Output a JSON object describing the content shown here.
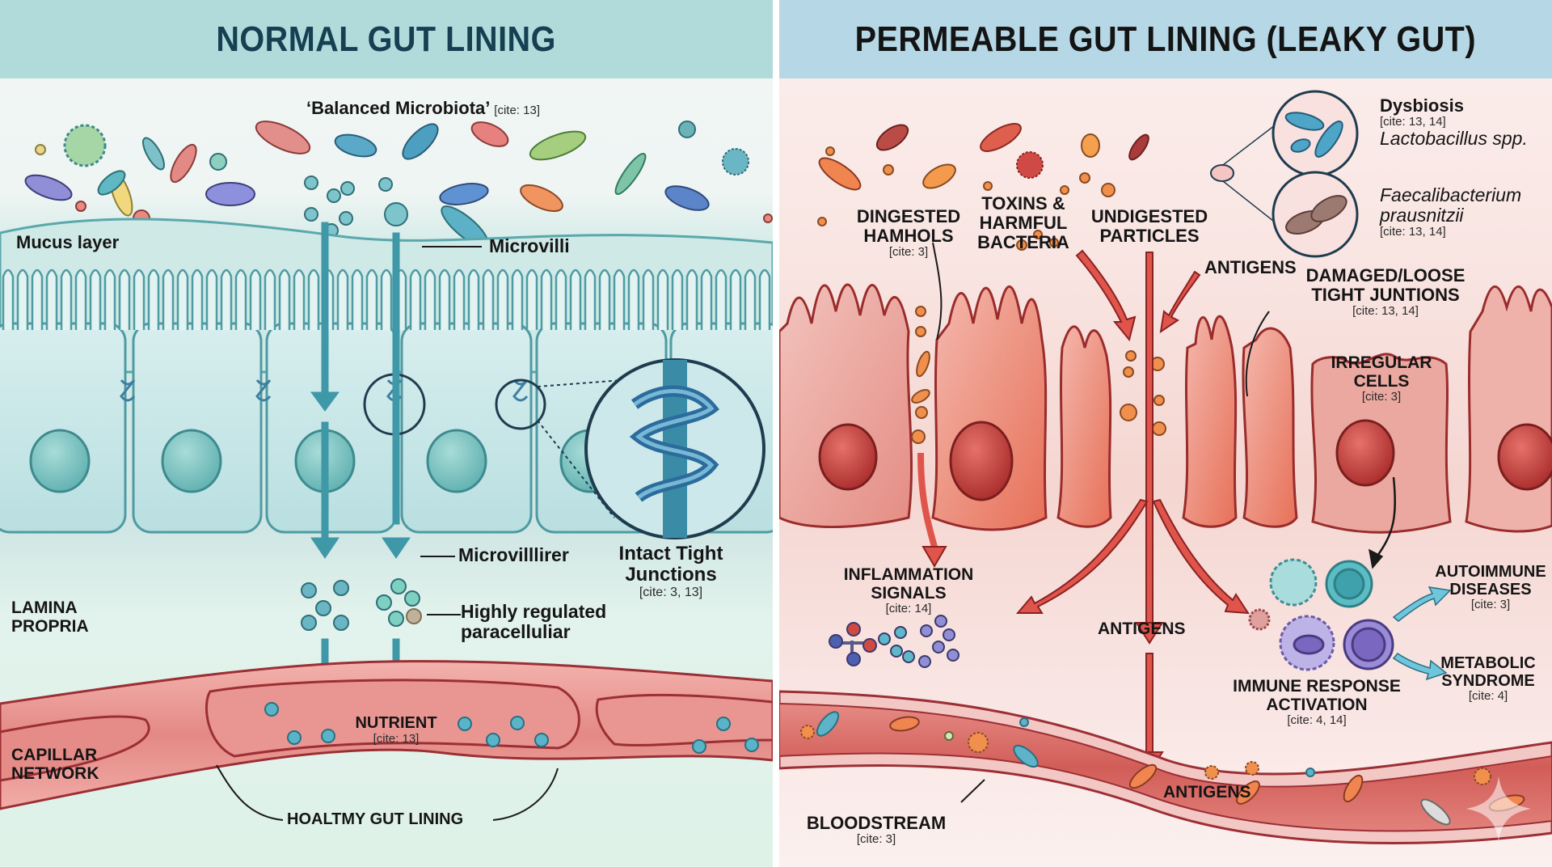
{
  "left_panel": {
    "title": "NORMAL GUT LINING",
    "theme_color": "#b1dbdb",
    "title_color": "#163f52",
    "labels": {
      "balanced_microbiota": "‘Balanced Microbiota’",
      "balanced_microbiota_cite": "[cite: 13]",
      "mucus_layer": "Mucus layer",
      "microvilli": "Microvilli",
      "microvillirer": "Microvilllirer",
      "intact_tight_line1": "Intact Tight",
      "intact_tight_line2": "Junctions",
      "intact_tight_cite": "[cite: 3, 13]",
      "highly_regulated_line1": "Highly regulated",
      "highly_regulated_line2": "paracelluliar",
      "lamina_line1": "LAMINA",
      "lamina_line2": "PROPRIA",
      "nutrient": "NUTRIENT",
      "nutrient_cite": "[cite: 13]",
      "capillar_line1": "CAPILLAR",
      "capillar_line2": "NETWORK",
      "healthy_gut": "HOALTMY GUT LINING"
    }
  },
  "right_panel": {
    "title": "PERMEABLE GUT LINING (LEAKY GUT)",
    "theme_color": "#b6d8e6",
    "title_color": "#141414",
    "labels": {
      "dingested_line1": "DINGESTED",
      "dingested_line2": "HAMHOLS",
      "dingested_cite": "[cite: 3]",
      "toxins_line1": "TOXINS &",
      "toxins_line2": "HARMFUL",
      "toxins_line3": "BACTERIA",
      "undigested_line1": "UNDIGESTED",
      "undigested_line2": "PARTICLES",
      "antigens_top": "ANTIGENS",
      "dysbiosis": "Dysbiosis",
      "dysbiosis_cite": "[cite: 13, 14]",
      "lactobacillus": "Lactobacillus spp.",
      "faecali_line1": "Faecalibacterium",
      "faecali_line2": "prausnitzii",
      "faecali_cite": "[cite: 13, 14]",
      "damaged_line1": "DAMAGED/LOOSE",
      "damaged_line2": "TIGHT JUNTIONS",
      "damaged_cite": "[cite: 13, 14]",
      "irregular_line1": "IRREGULAR",
      "irregular_line2": "CELLS",
      "irregular_cite": "[cite: 3]",
      "inflammation_line1": "INFLAMMATION",
      "inflammation_line2": "SIGNALS",
      "inflammation_cite": "[cite: 14]",
      "antigens_mid": "ANTIGENS",
      "immune_line1": "IMMUNE RESPONSE",
      "immune_line2": "ACTIVATION",
      "immune_cite": "[cite: 4, 14]",
      "autoimmune_line1": "AUTOIMMUNE",
      "autoimmune_line2": "DISEASES",
      "autoimmune_cite": "[cite: 3]",
      "metabolic_line1": "METABOLIC",
      "metabolic_line2": "SYNDROME",
      "metabolic_cite": "[cite: 4]",
      "antigens_blood": "ANTIGENS",
      "bloodstream": "BLOODSTREAM",
      "bloodstream_cite": "[cite: 3]"
    }
  },
  "icons": {
    "watermark": "sparkle-icon"
  }
}
